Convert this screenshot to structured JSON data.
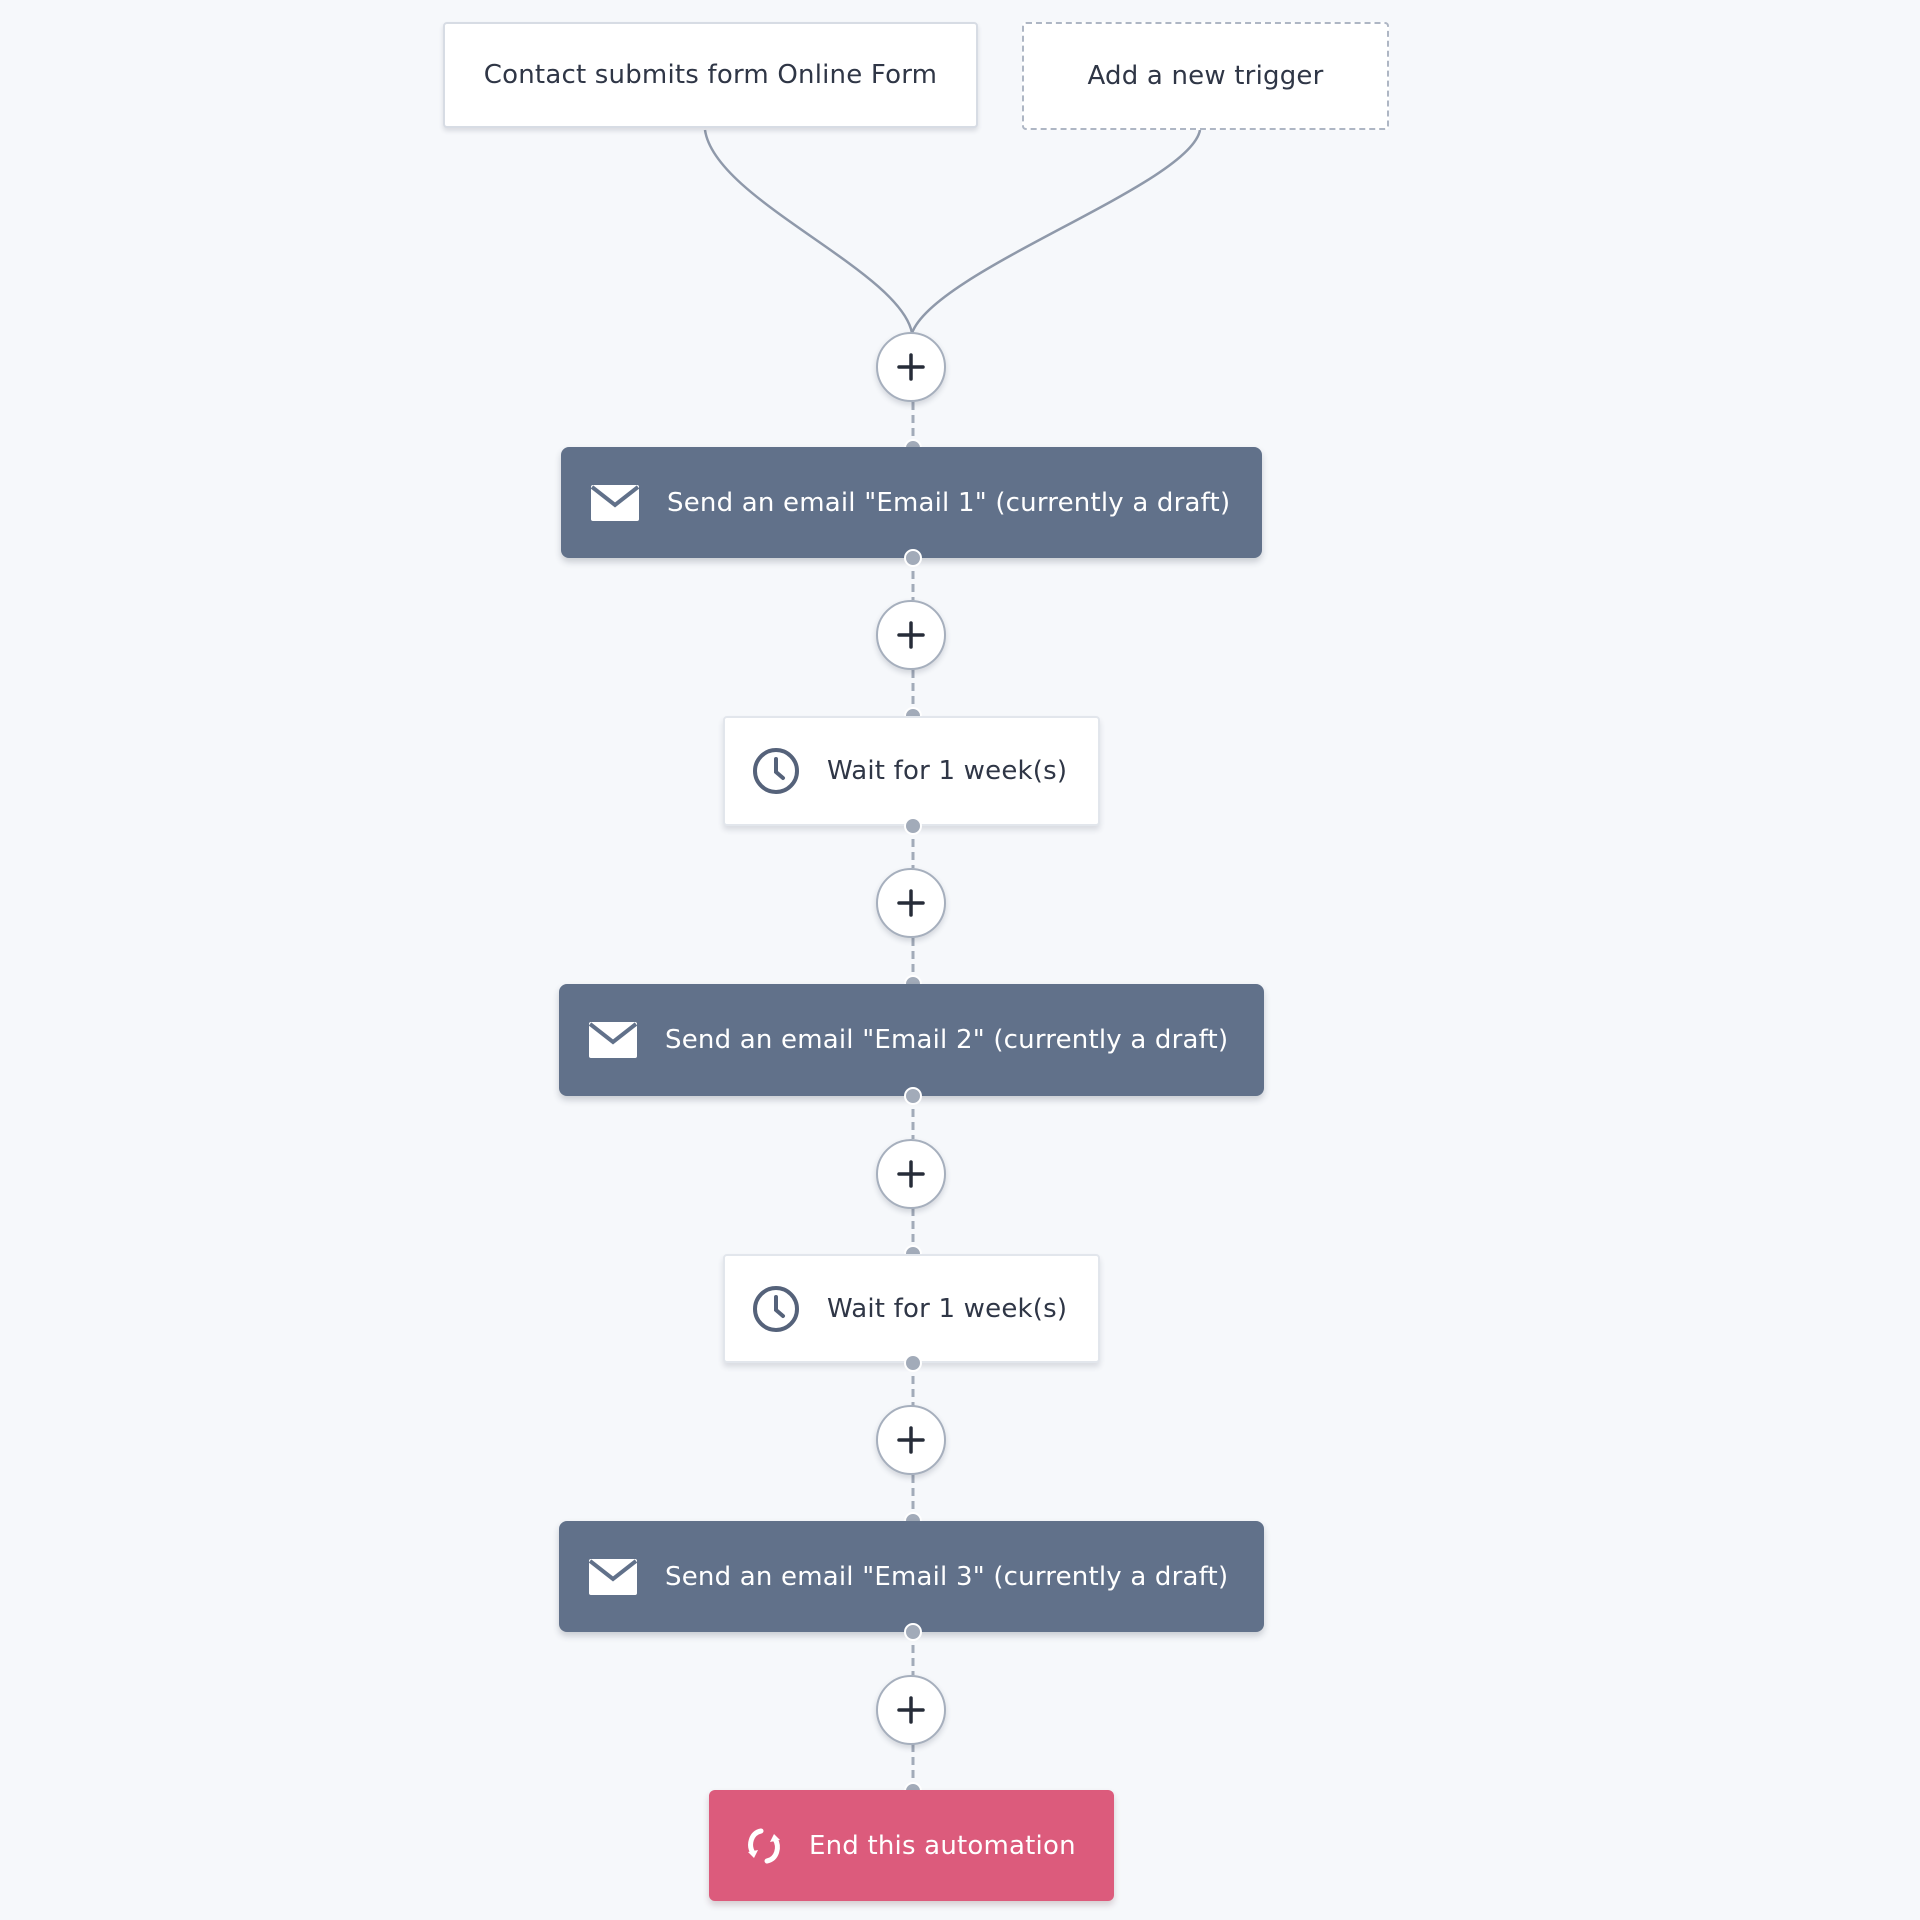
{
  "triggers": {
    "form_trigger": "Contact submits form Online Form",
    "add_trigger": "Add a new trigger"
  },
  "steps": {
    "email_1": "Send an email \"Email 1\" (currently a draft)",
    "wait_1": "Wait for 1 week(s)",
    "email_2": "Send an email \"Email 2\" (currently a draft)",
    "wait_2": "Wait for 1 week(s)",
    "email_3": "Send an email \"Email 3\" (currently a draft)",
    "end": "End this automation"
  },
  "icons": {
    "add": "plus-icon",
    "email": "envelope-icon",
    "wait": "clock-icon",
    "end": "loop-arrows-icon"
  },
  "colors": {
    "background": "#f6f8fb",
    "email_step": "#61718a",
    "end_step": "#dc5b7c",
    "connector": "#a2abb9"
  }
}
